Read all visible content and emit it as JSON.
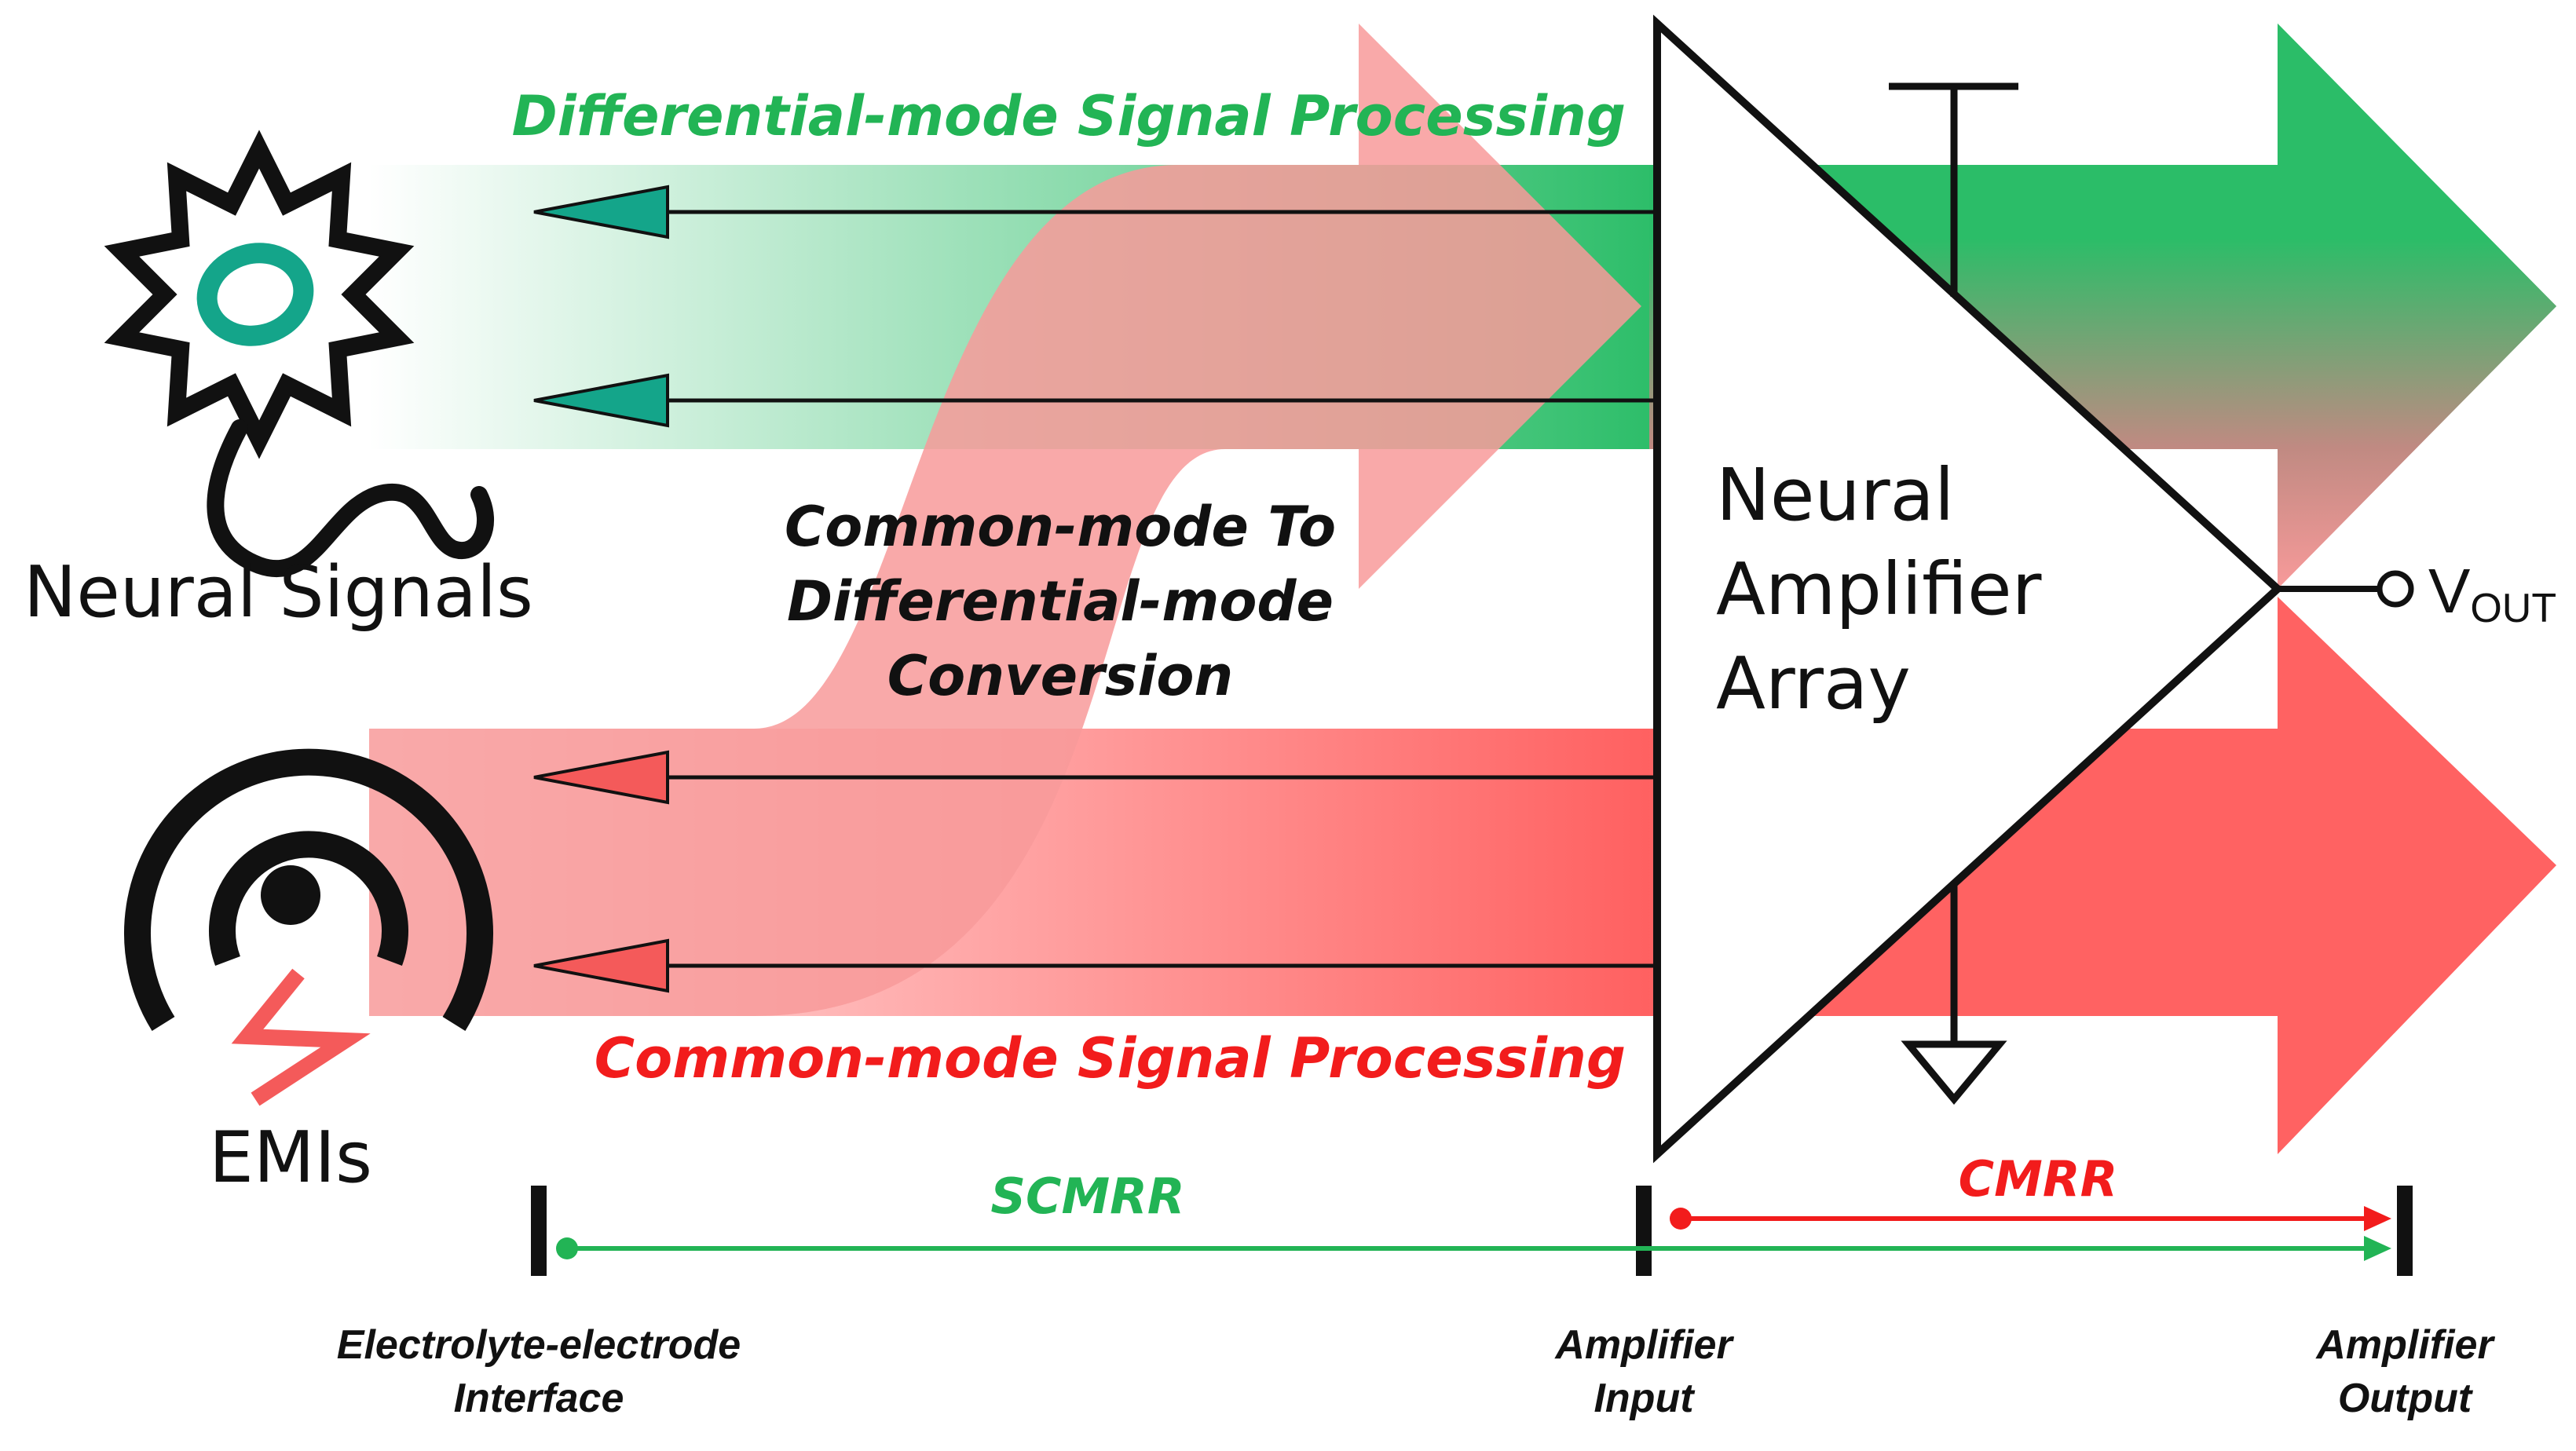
{
  "labels": {
    "diff_mode": "Differential-mode Signal Processing",
    "common_mode": "Common-mode Signal Processing",
    "conversion_line1": "Common-mode To",
    "conversion_line2": "Differential-mode",
    "conversion_line3": "Conversion",
    "neural_signals": "Neural Signals",
    "emis": "EMIs",
    "amp_line1": "Neural",
    "amp_line2": "Amplifier",
    "amp_line3": "Array",
    "vout_main": "V",
    "vout_sub": "OUT",
    "scmrr": "SCMRR",
    "cmrr": "CMRR",
    "interface_line1": "Electrolyte-electrode",
    "interface_line2": "Interface",
    "amp_input_line1": "Amplifier",
    "amp_input_line2": "Input",
    "amp_output_line1": "Amplifier",
    "amp_output_line2": "Output"
  },
  "colors": {
    "green": "#2bbd68",
    "green_text": "#22b455",
    "red": "#ff5f5f",
    "red_text": "#f21c1c",
    "pink": "#f89a9a",
    "teal": "#14a58a"
  },
  "icons": {
    "neuron": "neuron-icon",
    "emi": "emi-signal-icon",
    "lightning": "lightning-icon",
    "ground": "ground-icon",
    "supply": "supply-icon"
  }
}
